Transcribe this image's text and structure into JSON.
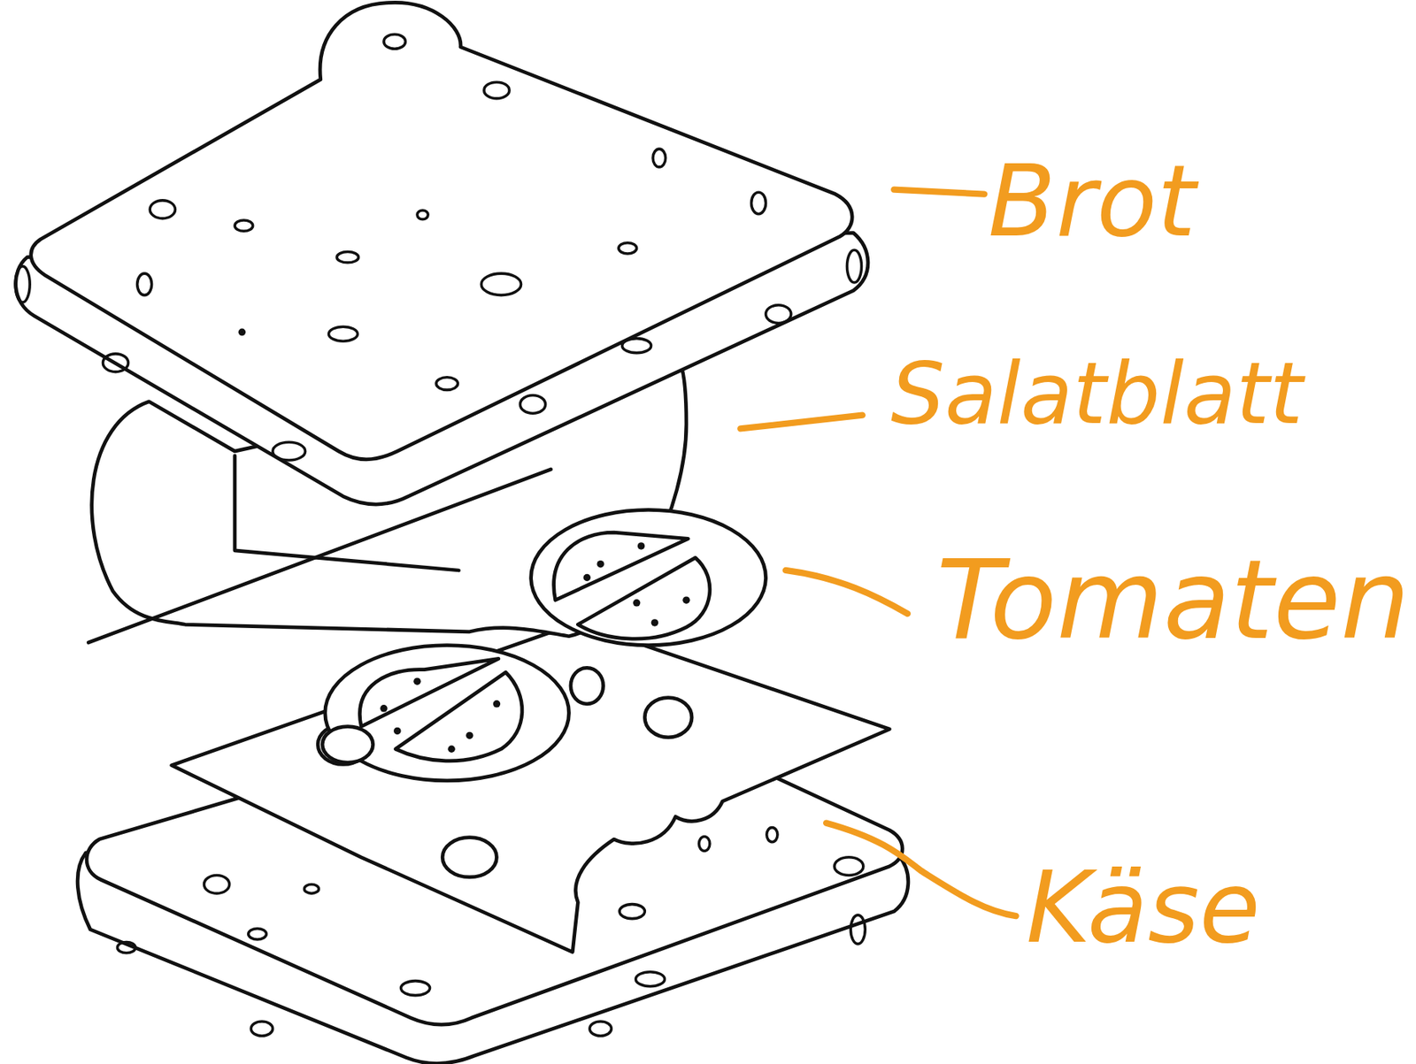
{
  "diagram": {
    "labels": [
      "Brot",
      "Salatblatt",
      "Tomaten",
      "Käse"
    ]
  }
}
